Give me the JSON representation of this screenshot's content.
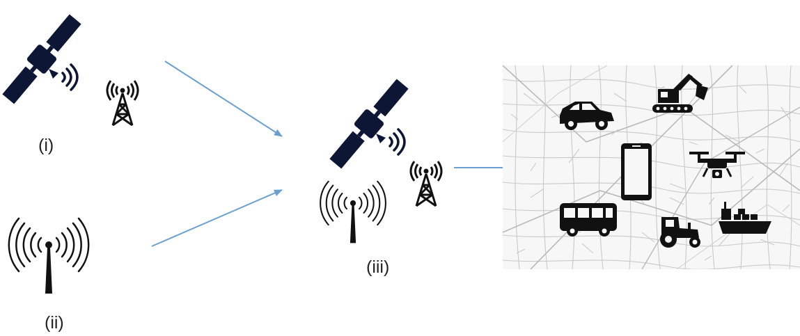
{
  "labels": {
    "group_i": "(i)",
    "group_ii": "(ii)",
    "group_iii": "(iii)"
  },
  "colors": {
    "arrow": "#6a9fd0",
    "icon": "#111111",
    "satellite": "#0e1636",
    "map_road": "#c9c9c9"
  },
  "icons": {
    "satellite": "satellite-icon",
    "cell_tower": "cell-tower-icon",
    "radio_antenna": "radio-antenna-icon",
    "car": "car-icon",
    "excavator": "excavator-icon",
    "smartphone": "smartphone-icon",
    "drone": "drone-icon",
    "bus": "bus-icon",
    "tractor": "tractor-icon",
    "ship": "cargo-ship-icon"
  }
}
